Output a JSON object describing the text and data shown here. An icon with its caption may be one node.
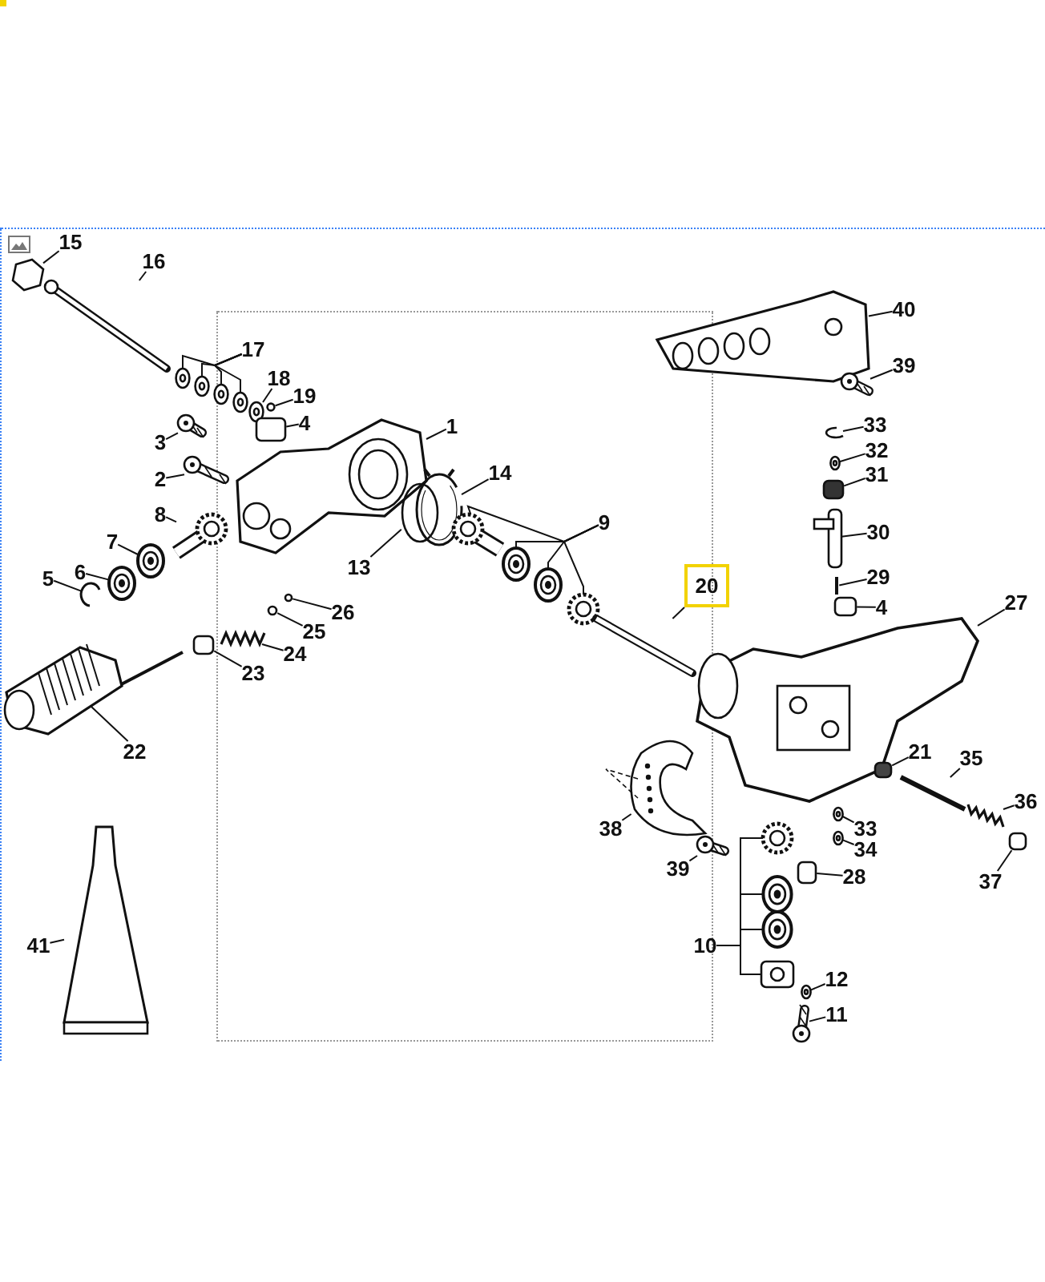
{
  "diagram": {
    "nodes": [
      {
        "text": [
          "15"
        ]
      },
      {
        "text": [
          "16"
        ]
      },
      {
        "text": [
          "40"
        ]
      },
      {
        "text": [
          "17"
        ]
      },
      {
        "text": [
          "39"
        ]
      },
      {
        "text": [
          "18"
        ]
      },
      {
        "text": [
          "19"
        ]
      },
      {
        "text": [
          "4"
        ]
      },
      {
        "text": [
          "33"
        ]
      },
      {
        "text": [
          "3"
        ]
      },
      {
        "text": [
          "1"
        ]
      },
      {
        "text": [
          "32"
        ]
      },
      {
        "text": [
          "14"
        ]
      },
      {
        "text": [
          "2"
        ]
      },
      {
        "text": [
          "31"
        ]
      },
      {
        "text": [
          "8"
        ]
      },
      {
        "text": [
          "13"
        ]
      },
      {
        "text": [
          "9"
        ]
      },
      {
        "text": [
          "30"
        ]
      },
      {
        "text": [
          "7"
        ]
      },
      {
        "text": [
          "6"
        ]
      },
      {
        "text": [
          "5"
        ]
      },
      {
        "text": [
          "29"
        ]
      },
      {
        "text": [],
        "shape": "box"
      },
      {
        "text": [
          "20"
        ],
        "in": 23
      },
      {
        "text": [
          "26"
        ]
      },
      {
        "text": [
          "27"
        ]
      },
      {
        "text": [
          "4"
        ]
      },
      {
        "text": [
          "25"
        ]
      },
      {
        "text": [
          "24"
        ]
      },
      {
        "text": [
          "23"
        ]
      },
      {
        "text": [
          "22"
        ]
      },
      {
        "text": [
          "21"
        ]
      },
      {
        "text": [
          "35"
        ]
      },
      {
        "text": [
          "36"
        ]
      },
      {
        "text": [
          "38"
        ]
      },
      {
        "text": [
          "33"
        ]
      },
      {
        "text": [
          "34"
        ]
      },
      {
        "text": [
          "39"
        ]
      },
      {
        "text": [
          "28"
        ]
      },
      {
        "text": [
          "37"
        ]
      },
      {
        "text": [
          "10"
        ]
      },
      {
        "text": [
          "41"
        ]
      },
      {
        "text": [
          "12"
        ]
      },
      {
        "text": [
          "11"
        ]
      },
      {
        "text": [],
        "shape": "picture"
      },
      {
        "text": [],
        "shape": "picture"
      },
      {
        "text": [],
        "shape": "picture"
      },
      {
        "text": [],
        "shape": "picture"
      },
      {
        "text": [],
        "shape": "picture"
      },
      {
        "text": [],
        "shape": "picture"
      },
      {
        "text": [],
        "shape": "picture"
      },
      {
        "text": [],
        "shape": "circle"
      },
      {
        "text": [],
        "shape": "picture"
      },
      {
        "text": [],
        "shape": "box"
      },
      {
        "text": [],
        "shape": "picture"
      },
      {
        "text": [],
        "shape": "picture"
      },
      {
        "text": [],
        "shape": "picture"
      },
      {
        "text": [],
        "shape": "circle"
      },
      {
        "text": [],
        "shape": "picture"
      },
      {
        "text": [],
        "shape": "picture"
      },
      {
        "text": [],
        "shape": "picture"
      },
      {
        "text": [],
        "shape": "picture"
      },
      {
        "text": [],
        "shape": "picture"
      },
      {
        "text": [],
        "shape": "picture"
      },
      {
        "text": [],
        "shape": "picture"
      },
      {
        "text": [],
        "shape": "picture"
      },
      {
        "text": [],
        "shape": "circle"
      },
      {
        "text": [],
        "shape": "circle"
      },
      {
        "text": [],
        "shape": "picture"
      },
      {
        "text": [],
        "shape": "box"
      },
      {
        "text": [],
        "shape": "picture"
      },
      {
        "text": [],
        "shape": "picture"
      },
      {
        "text": [],
        "shape": "picture"
      },
      {
        "text": [],
        "shape": "picture"
      },
      {
        "text": [],
        "shape": "picture"
      },
      {
        "text": [],
        "shape": "picture"
      },
      {
        "text": [],
        "shape": "picture"
      },
      {
        "text": [],
        "shape": "box"
      },
      {
        "text": [],
        "shape": "picture"
      },
      {
        "text": [],
        "shape": "bar"
      },
      {
        "text": [],
        "shape": "box"
      },
      {
        "text": [],
        "shape": "picture"
      },
      {
        "text": [],
        "shape": "box"
      },
      {
        "text": [],
        "shape": "picture"
      },
      {
        "text": [],
        "shape": "picture"
      },
      {
        "text": [],
        "shape": "box"
      },
      {
        "text": [],
        "shape": "picture"
      },
      {
        "text": [],
        "shape": "picture"
      },
      {
        "text": [],
        "shape": "box"
      },
      {
        "text": [],
        "shape": "picture"
      },
      {
        "text": [],
        "shape": "picture"
      },
      {
        "text": [],
        "shape": "picture"
      },
      {
        "text": [],
        "shape": "picture"
      },
      {
        "text": [],
        "shape": "picture"
      },
      {
        "text": [],
        "shape": "picture"
      },
      {
        "text": [],
        "shape": "picture"
      },
      {
        "text": [],
        "shape": "picture"
      }
    ],
    "edges": [
      {
        "from": 0,
        "to": 45,
        "arrow": "none"
      },
      {
        "from": 1,
        "to": 46,
        "arrow": "none"
      },
      {
        "from": 2,
        "to": 74,
        "arrow": "none"
      },
      {
        "from": 3,
        "to": 47,
        "arrow": "none"
      },
      {
        "from": 3,
        "to": 48,
        "arrow": "none"
      },
      {
        "from": 3,
        "to": 49,
        "arrow": "none"
      },
      {
        "from": 3,
        "to": 50,
        "arrow": "none"
      },
      {
        "from": 4,
        "to": 75,
        "arrow": "none"
      },
      {
        "from": 5,
        "to": 51,
        "arrow": "none"
      },
      {
        "from": 6,
        "to": 52,
        "arrow": "none"
      },
      {
        "from": 7,
        "to": 54,
        "arrow": "none"
      },
      {
        "from": 8,
        "to": 76,
        "arrow": "none"
      },
      {
        "from": 9,
        "to": 53,
        "arrow": "none"
      },
      {
        "from": 10,
        "to": 56,
        "arrow": "none"
      },
      {
        "from": 11,
        "to": 77,
        "arrow": "none"
      },
      {
        "from": 12,
        "to": 57,
        "arrow": "none"
      },
      {
        "from": 13,
        "to": 55,
        "arrow": "none"
      },
      {
        "from": 14,
        "to": 78,
        "arrow": "none"
      },
      {
        "from": 15,
        "to": 59,
        "arrow": "none"
      },
      {
        "from": 16,
        "to": 58,
        "arrow": "none"
      },
      {
        "from": 17,
        "to": 63,
        "arrow": "none"
      },
      {
        "from": 17,
        "to": 64,
        "arrow": "none"
      },
      {
        "from": 17,
        "to": 65,
        "arrow": "none"
      },
      {
        "from": 17,
        "to": 66,
        "arrow": "none"
      },
      {
        "from": 18,
        "to": 79,
        "arrow": "none"
      },
      {
        "from": 19,
        "to": 60,
        "arrow": "none"
      },
      {
        "from": 20,
        "to": 61,
        "arrow": "none"
      },
      {
        "from": 21,
        "to": 62,
        "arrow": "none"
      },
      {
        "from": 22,
        "to": 80,
        "arrow": "none"
      },
      {
        "from": 23,
        "to": 73,
        "arrow": "none"
      },
      {
        "from": 25,
        "to": 67,
        "arrow": "none"
      },
      {
        "from": 26,
        "to": 82,
        "arrow": "none"
      },
      {
        "from": 27,
        "to": 81,
        "arrow": "none"
      },
      {
        "from": 28,
        "to": 68,
        "arrow": "none"
      },
      {
        "from": 29,
        "to": 69,
        "arrow": "none"
      },
      {
        "from": 30,
        "to": 70,
        "arrow": "none"
      },
      {
        "from": 31,
        "to": 71,
        "arrow": "none"
      },
      {
        "from": 32,
        "to": 83,
        "arrow": "none"
      },
      {
        "from": 33,
        "to": 84,
        "arrow": "none"
      },
      {
        "from": 34,
        "to": 85,
        "arrow": "none"
      },
      {
        "from": 35,
        "to": 90,
        "arrow": "none"
      },
      {
        "from": 36,
        "to": 87,
        "arrow": "none"
      },
      {
        "from": 37,
        "to": 88,
        "arrow": "none"
      },
      {
        "from": 38,
        "to": 91,
        "arrow": "none"
      },
      {
        "from": 39,
        "to": 89,
        "arrow": "none"
      },
      {
        "from": 40,
        "to": 86,
        "arrow": "none"
      },
      {
        "from": 41,
        "to": 92,
        "arrow": "none"
      },
      {
        "from": 41,
        "to": 93,
        "arrow": "none"
      },
      {
        "from": 41,
        "to": 94,
        "arrow": "none"
      },
      {
        "from": 41,
        "to": 95,
        "arrow": "none"
      },
      {
        "from": 42,
        "to": 72,
        "arrow": "none"
      },
      {
        "from": 43,
        "to": 96,
        "arrow": "none"
      },
      {
        "from": 44,
        "to": 97,
        "arrow": "none"
      }
    ]
  }
}
